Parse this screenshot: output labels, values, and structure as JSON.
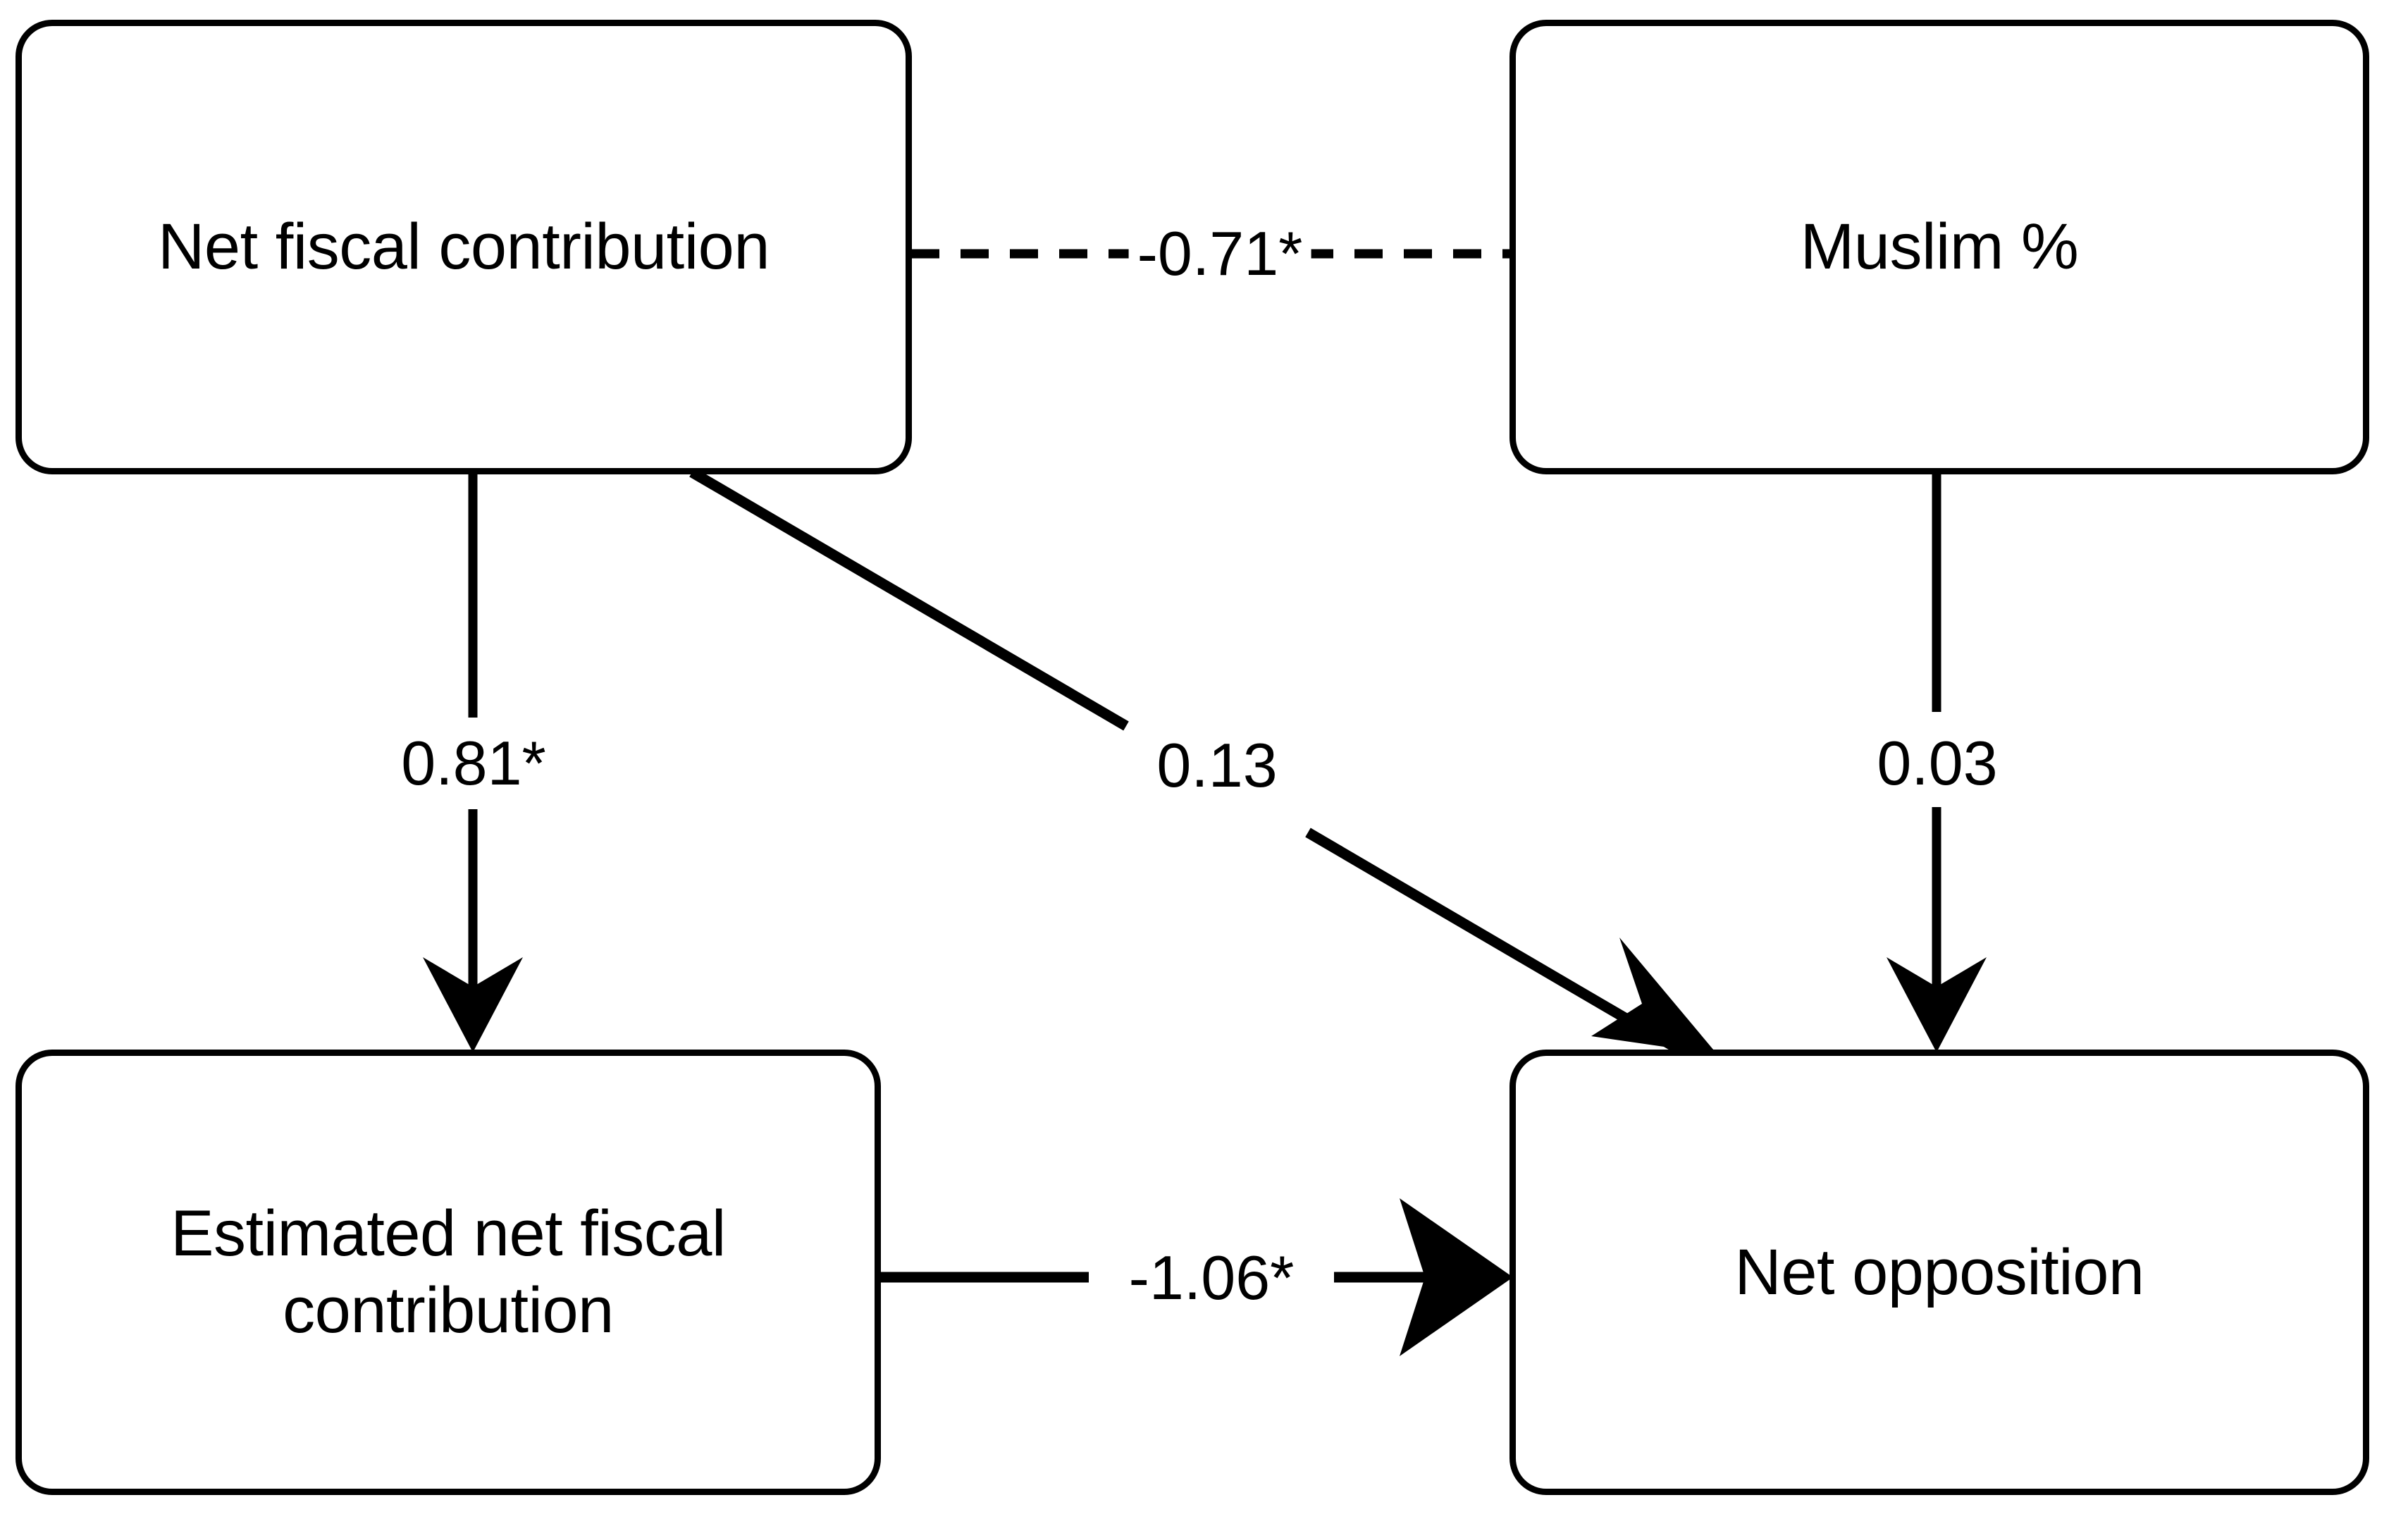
{
  "figure": {
    "kind": "path-diagram",
    "background_color": "#ffffff",
    "line_color": "#000000",
    "text_color": "#000000"
  },
  "nodes": [
    {
      "id": "net-fiscal-contribution",
      "label": "Net fiscal contribution",
      "position": "top-left"
    },
    {
      "id": "muslim-percent",
      "label": "Muslim %",
      "position": "top-right"
    },
    {
      "id": "estimated-net-fiscal-contribution",
      "label": "Estimated net fiscal\ncontribution",
      "position": "bottom-left"
    },
    {
      "id": "net-opposition",
      "label": "Net opposition",
      "position": "bottom-right"
    }
  ],
  "edges": [
    {
      "id": "covariance-nfc-muslim",
      "from": "net-fiscal-contribution",
      "to": "muslim-percent",
      "label": "-0.71*",
      "coefficient": -0.71,
      "significant": true,
      "style": "dashed",
      "arrowhead": "none"
    },
    {
      "id": "nfc-to-estimated",
      "from": "net-fiscal-contribution",
      "to": "estimated-net-fiscal-contribution",
      "label": "0.81*",
      "coefficient": 0.81,
      "significant": true,
      "style": "solid",
      "arrowhead": "single"
    },
    {
      "id": "nfc-to-net-opposition",
      "from": "net-fiscal-contribution",
      "to": "net-opposition",
      "label": "0.13",
      "coefficient": 0.13,
      "significant": false,
      "style": "solid",
      "arrowhead": "single"
    },
    {
      "id": "muslim-to-net-opposition",
      "from": "muslim-percent",
      "to": "net-opposition",
      "label": "0.03",
      "coefficient": 0.03,
      "significant": false,
      "style": "solid",
      "arrowhead": "single"
    },
    {
      "id": "estimated-to-net-opposition",
      "from": "estimated-net-fiscal-contribution",
      "to": "net-opposition",
      "label": "-1.06*",
      "coefficient": -1.06,
      "significant": true,
      "style": "solid",
      "arrowhead": "single"
    }
  ],
  "chart_data": {
    "type": "diagram",
    "title": "",
    "nodes": [
      "Net fiscal contribution",
      "Muslim %",
      "Estimated net fiscal contribution",
      "Net opposition"
    ],
    "paths": [
      {
        "from": "Net fiscal contribution",
        "to": "Muslim %",
        "value": -0.71,
        "label": "-0.71*",
        "type": "covariance"
      },
      {
        "from": "Net fiscal contribution",
        "to": "Estimated net fiscal contribution",
        "value": 0.81,
        "label": "0.81*",
        "type": "regression"
      },
      {
        "from": "Net fiscal contribution",
        "to": "Net opposition",
        "value": 0.13,
        "label": "0.13",
        "type": "regression"
      },
      {
        "from": "Muslim %",
        "to": "Net opposition",
        "value": 0.03,
        "label": "0.03",
        "type": "regression"
      },
      {
        "from": "Estimated net fiscal contribution",
        "to": "Net opposition",
        "value": -1.06,
        "label": "-1.06*",
        "type": "regression"
      }
    ],
    "significance_marker": "*"
  }
}
